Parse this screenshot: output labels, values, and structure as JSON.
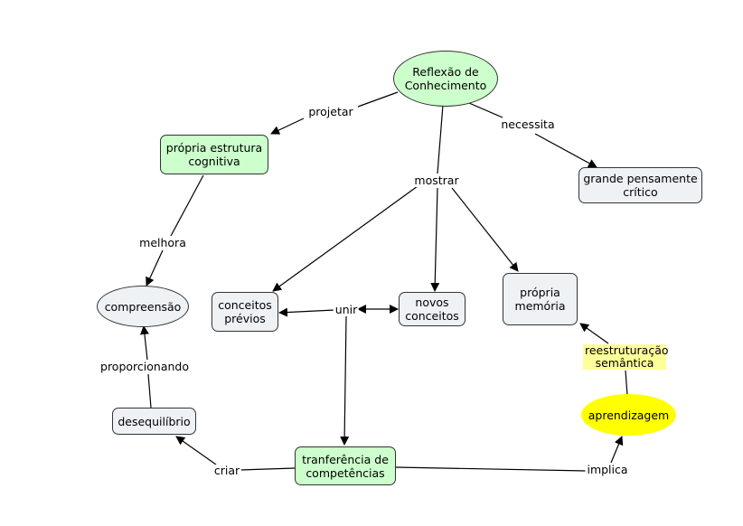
{
  "nodes": {
    "reflexao": "Reflexão de Conhecimento",
    "estrutura": "própria estrutura cognitiva",
    "pensamento": "grande pensamente crítico",
    "compreensao": "compreensão",
    "conceitos_previos": "conceitos prévios",
    "novos_conceitos": "novos conceitos",
    "memoria": "própria memória",
    "desequilibrio": "desequilíbrio",
    "transferencia": "tranferência de competências",
    "aprendizagem": "aprendizagem"
  },
  "links": {
    "projetar": "projetar",
    "necessita": "necessita",
    "mostrar": "mostrar",
    "melhora": "melhora",
    "unir": "unir",
    "proporcionando": "proporcionando",
    "reestruturacao": "reestruturação semântica",
    "criar": "criar",
    "implica": "implica"
  },
  "colors": {
    "green_node": "#ccffcc",
    "gray_node": "#eef2f5",
    "yellow_node": "#ffff00",
    "highlight_label": "#ffff99"
  }
}
